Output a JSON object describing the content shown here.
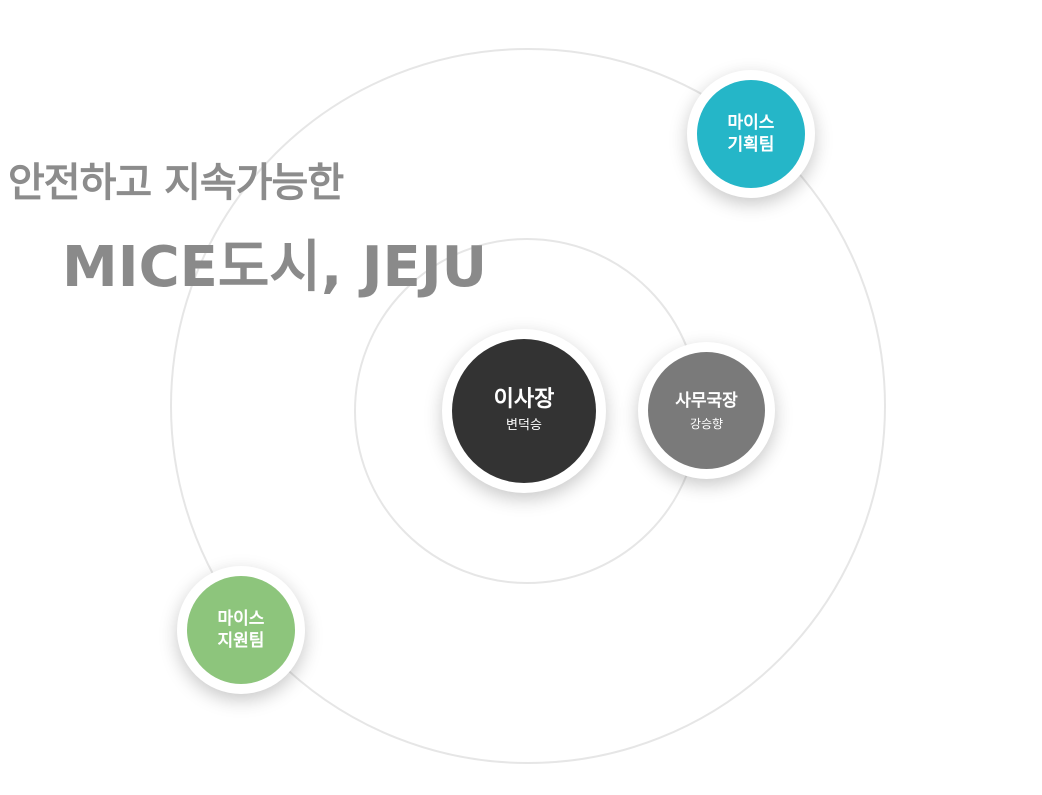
{
  "slogan": {
    "line1": "안전하고 지속가능한",
    "line2": "MICE도시, JEJU"
  },
  "nodes": {
    "chairman": {
      "role": "이사장",
      "person": "변덕승",
      "color": "#333333"
    },
    "secretary_general": {
      "role": "사무국장",
      "person": "강승향",
      "color": "#7a7a7a"
    },
    "planning_team": {
      "line1": "마이스",
      "line2": "기획팀",
      "color": "#25b6c8"
    },
    "support_team": {
      "line1": "마이스",
      "line2": "지원팀",
      "color": "#8dc57c"
    }
  }
}
